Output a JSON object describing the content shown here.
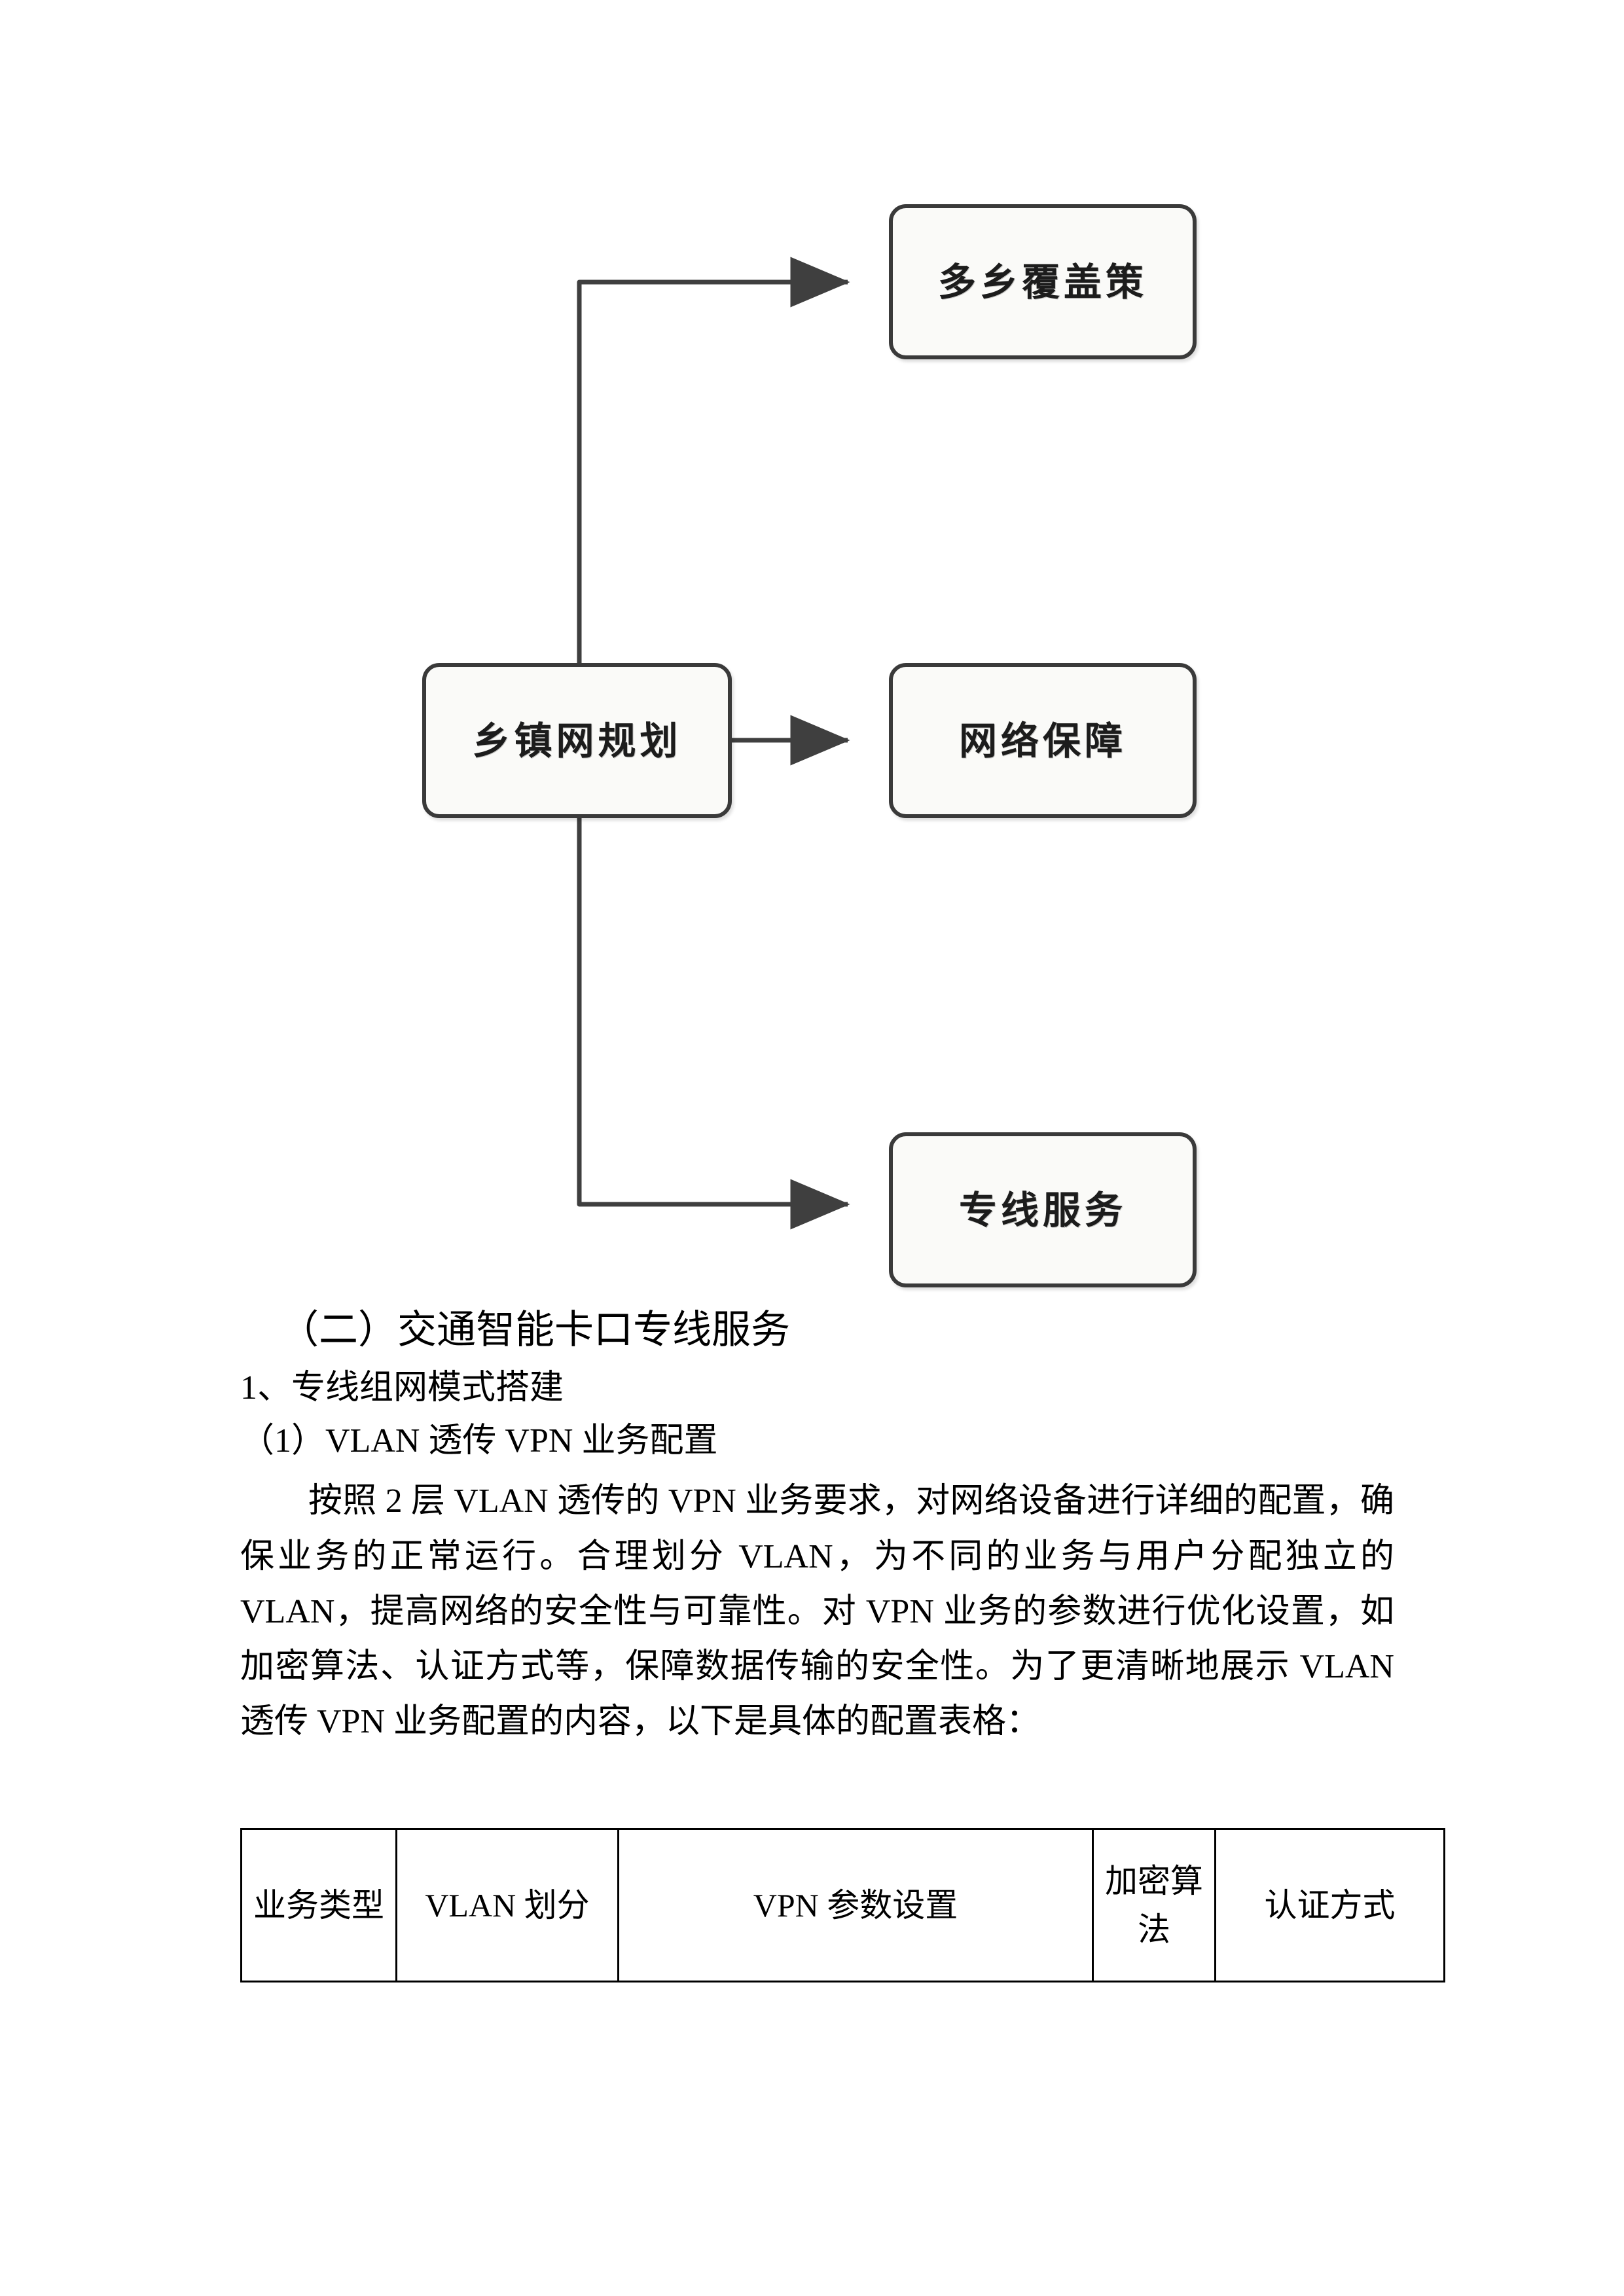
{
  "diagram": {
    "nodes": [
      {
        "id": "source",
        "label": "乡镇网规划"
      },
      {
        "id": "top",
        "label": "多乡覆盖策"
      },
      {
        "id": "middle",
        "label": "网络保障"
      },
      {
        "id": "bottom",
        "label": "专线服务"
      }
    ],
    "edges": [
      {
        "from": "乡镇网规划",
        "to": "多乡覆盖策"
      },
      {
        "from": "乡镇网规划",
        "to": "网络保障"
      },
      {
        "from": "乡镇网规划",
        "to": "专线服务"
      }
    ],
    "line_color": "#3f3f3f",
    "node_border_color": "#3a3a3a",
    "node_fill_color": "#fafaf8"
  },
  "content": {
    "heading_section": "（二）交通智能卡口专线服务",
    "heading_item": "1、专线组网模式搭建",
    "heading_sub": "（1）VLAN 透传 VPN 业务配置",
    "paragraph": "按照 2 层 VLAN 透传的 VPN 业务要求，对网络设备进行详细的配置，确保业务的正常运行。合理划分 VLAN，为不同的业务与用户分配独立的 VLAN，提高网络的安全性与可靠性。对 VPN 业务的参数进行优化设置，如加密算法、认证方式等，保障数据传输的安全性。为了更清晰地展示 VLAN 透传 VPN 业务配置的内容，以下是具体的配置表格："
  },
  "table": {
    "headers": [
      "业务类型",
      "VLAN 划分",
      "VPN 参数设置",
      "加密算法",
      "认证方式"
    ],
    "rows": []
  }
}
